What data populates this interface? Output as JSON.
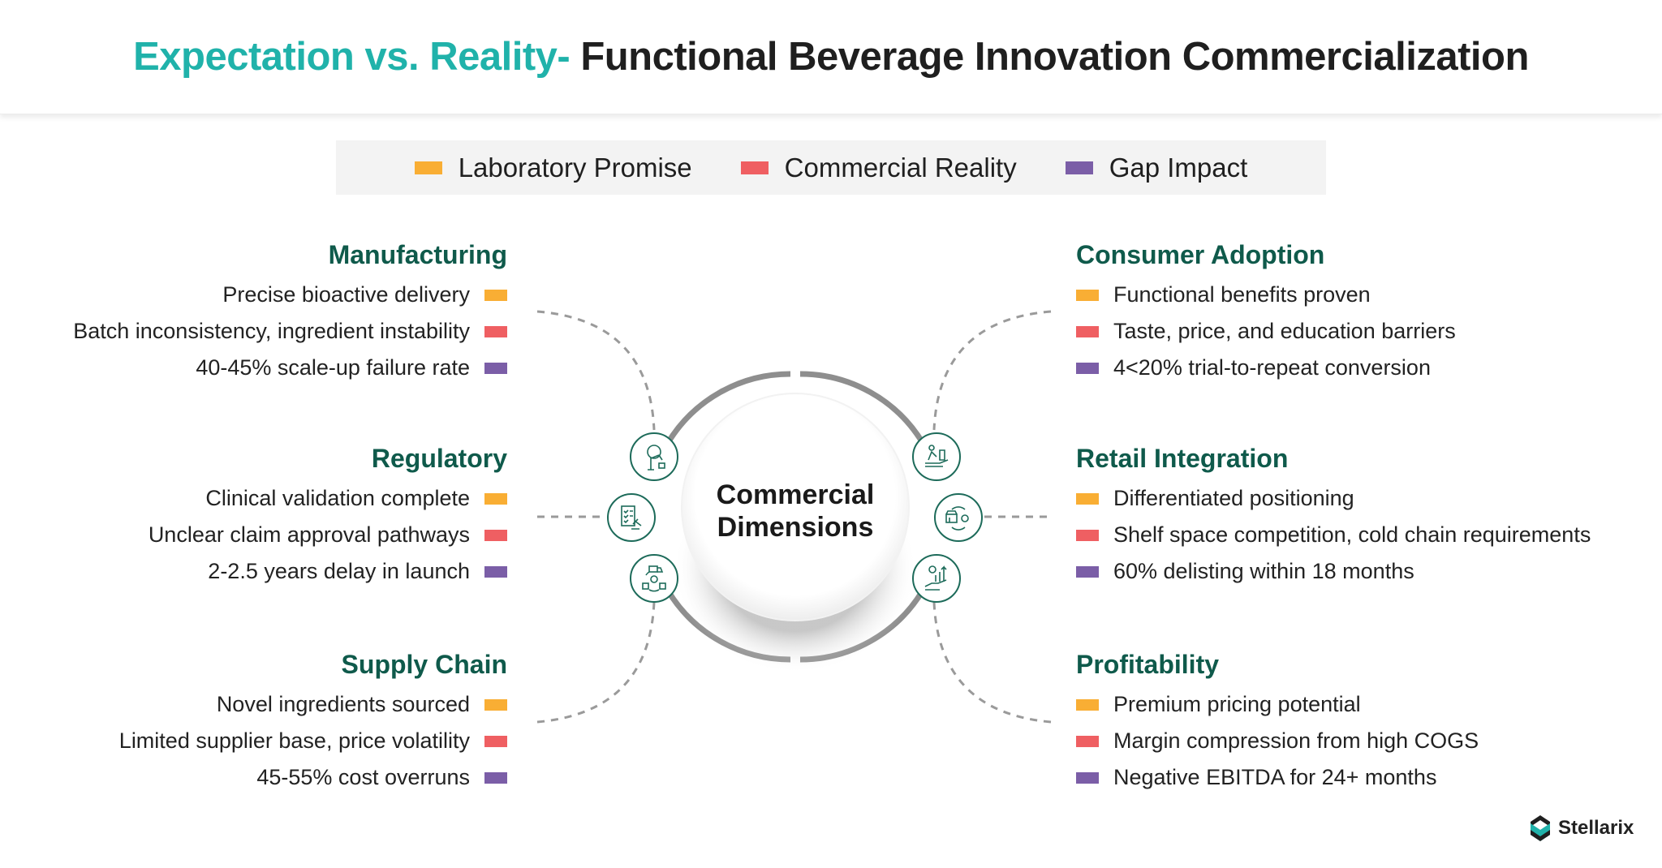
{
  "header": {
    "title_accent": "Expectation vs. Reality-",
    "title_rest": " Functional Beverage Innovation Commercialization"
  },
  "legend": {
    "items": [
      {
        "label": "Laboratory Promise",
        "color": "#f9ae34"
      },
      {
        "label": "Commercial Reality",
        "color": "#ef5f62"
      },
      {
        "label": "Gap Impact",
        "color": "#7b5ea7"
      }
    ]
  },
  "center": {
    "line1": "Commercial",
    "line2": "Dimensions"
  },
  "dimensions": {
    "manufacturing": {
      "title": "Manufacturing",
      "icon": "robotic-arm-gear-icon",
      "promise": "Precise bioactive delivery",
      "reality": "Batch inconsistency, ingredient instability",
      "gap": "40-45% scale-up failure rate"
    },
    "regulatory": {
      "title": "Regulatory",
      "icon": "checklist-gavel-icon",
      "promise": "Clinical validation complete",
      "reality": "Unclear claim approval pathways",
      "gap": "2-2.5 years delay in launch"
    },
    "supply_chain": {
      "title": "Supply Chain",
      "icon": "truck-gear-cycle-icon",
      "promise": "Novel ingredients sourced",
      "reality": "Limited supplier base, price volatility",
      "gap": "45-55% cost overruns"
    },
    "consumer_adoption": {
      "title": "Consumer Adoption",
      "icon": "hand-consumer-products-icon",
      "promise": "Functional benefits proven",
      "reality": "Taste, price, and education barriers",
      "gap": "4<20% trial-to-repeat conversion"
    },
    "retail_integration": {
      "title": "Retail Integration",
      "icon": "store-gear-cycle-icon",
      "promise": "Differentiated positioning",
      "reality": "Shelf space competition, cold chain requirements",
      "gap": "60% delisting within 18 months"
    },
    "profitability": {
      "title": "Profitability",
      "icon": "hand-dollar-chart-icon",
      "promise": "Premium pricing potential",
      "reality": "Margin compression from high COGS",
      "gap": "Negative EBITDA for 24+ months"
    }
  },
  "colors": {
    "accent": "#20b2aa",
    "heading": "#0f5a4b",
    "promise": "#f9ae34",
    "reality": "#ef5f62",
    "gap": "#7b5ea7"
  },
  "brand": {
    "name": "Stellarix"
  }
}
